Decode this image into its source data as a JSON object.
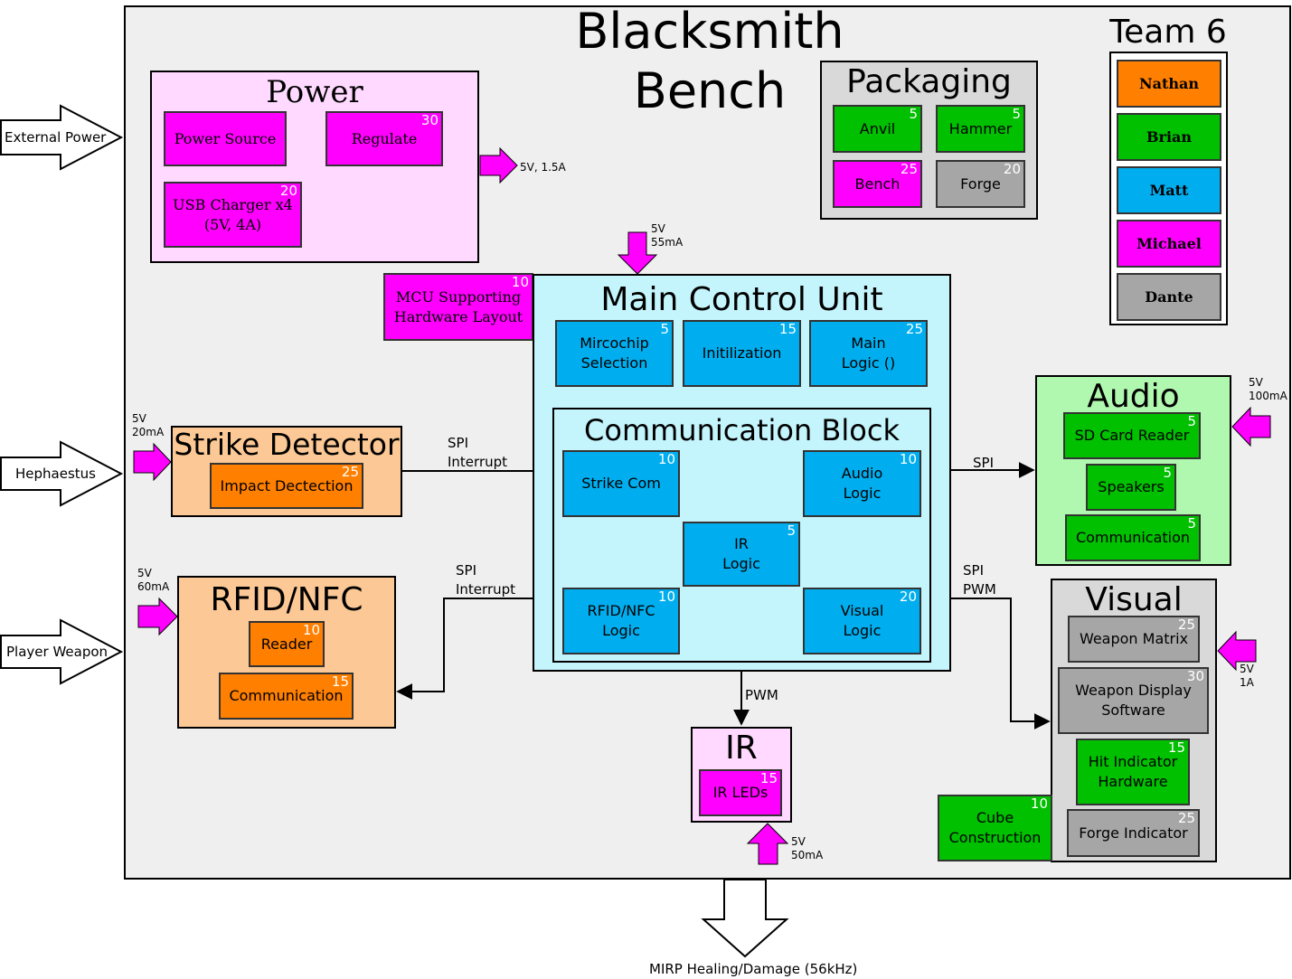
{
  "title": "Blacksmith Bench",
  "team": {
    "label": "Team 6",
    "members": [
      {
        "name": "Nathan",
        "color": "#ff7f00"
      },
      {
        "name": "Brian",
        "color": "#00c000"
      },
      {
        "name": "Matt",
        "color": "#00aeef"
      },
      {
        "name": "Michael",
        "color": "#ff00ff"
      },
      {
        "name": "Dante",
        "color": "#a6a6a6"
      }
    ]
  },
  "external": {
    "external_power": "External Power",
    "hephaestus": "Hephaestus",
    "player_weapon": "Player Weapon",
    "mirp": "MIRP Healing/Damage (56kHz)"
  },
  "power": {
    "title": "Power",
    "power_source": "Power Source",
    "regulate": "Regulate",
    "regulate_num": "30",
    "usb_charger_1": "USB Charger x4",
    "usb_charger_2": "(5V, 4A)",
    "usb_charger_num": "20",
    "output_label": "5V, 1.5A"
  },
  "packaging": {
    "title": "Packaging",
    "anvil": "Anvil",
    "anvil_num": "5",
    "hammer": "Hammer",
    "hammer_num": "5",
    "bench": "Bench",
    "bench_num": "25",
    "forge": "Forge",
    "forge_num": "20"
  },
  "mcu": {
    "title": "Main Control Unit",
    "input_1": "5V",
    "input_2": "55mA",
    "support_1": "MCU Supporting",
    "support_2": "Hardware Layout",
    "support_num": "10",
    "mircochip_1": "Mircochip",
    "mircochip_2": "Selection",
    "mircochip_num": "5",
    "init": "Initilization",
    "init_num": "15",
    "main_1": "Main",
    "main_2": "Logic ()",
    "main_num": "25"
  },
  "comm": {
    "title": "Communication Block",
    "strike": "Strike Com",
    "strike_num": "10",
    "audio_1": "Audio",
    "audio_2": "Logic",
    "audio_num": "10",
    "ir_1": "IR",
    "ir_2": "Logic",
    "ir_num": "5",
    "rfid_1": "RFID/NFC",
    "rfid_2": "Logic",
    "rfid_num": "10",
    "visual_1": "Visual",
    "visual_2": "Logic",
    "visual_num": "20"
  },
  "strike": {
    "title": "Strike Detector",
    "impact": "Impact Dectection",
    "impact_num": "25",
    "input_1": "5V",
    "input_2": "20mA",
    "link_1": "SPI",
    "link_2": "Interrupt"
  },
  "rfid": {
    "title": "RFID/NFC",
    "reader": "Reader",
    "reader_num": "10",
    "communication": "Communication",
    "communication_num": "15",
    "input_1": "5V",
    "input_2": "60mA",
    "link_1": "SPI",
    "link_2": "Interrupt"
  },
  "audio": {
    "title": "Audio",
    "sd": "SD Card Reader",
    "sd_num": "5",
    "speakers": "Speakers",
    "speakers_num": "5",
    "communication": "Communication",
    "communication_num": "5",
    "input_1": "5V",
    "input_2": "100mA",
    "link": "SPI"
  },
  "visual": {
    "title": "Visual",
    "matrix": "Weapon Matrix",
    "matrix_num": "25",
    "display_1": "Weapon Display",
    "display_2": "Software",
    "display_num": "30",
    "hit_1": "Hit Indicator",
    "hit_2": "Hardware",
    "hit_num": "15",
    "forge": "Forge Indicator",
    "forge_num": "25",
    "input_1": "5V",
    "input_2": "1A",
    "link_1": "SPI",
    "link_2": "PWM"
  },
  "cube": {
    "line_1": "Cube",
    "line_2": "Construction",
    "num": "10"
  },
  "ir": {
    "title": "IR",
    "leds": "IR LEDs",
    "leds_num": "15",
    "input_1": "5V",
    "input_2": "50mA",
    "link": "PWM"
  }
}
